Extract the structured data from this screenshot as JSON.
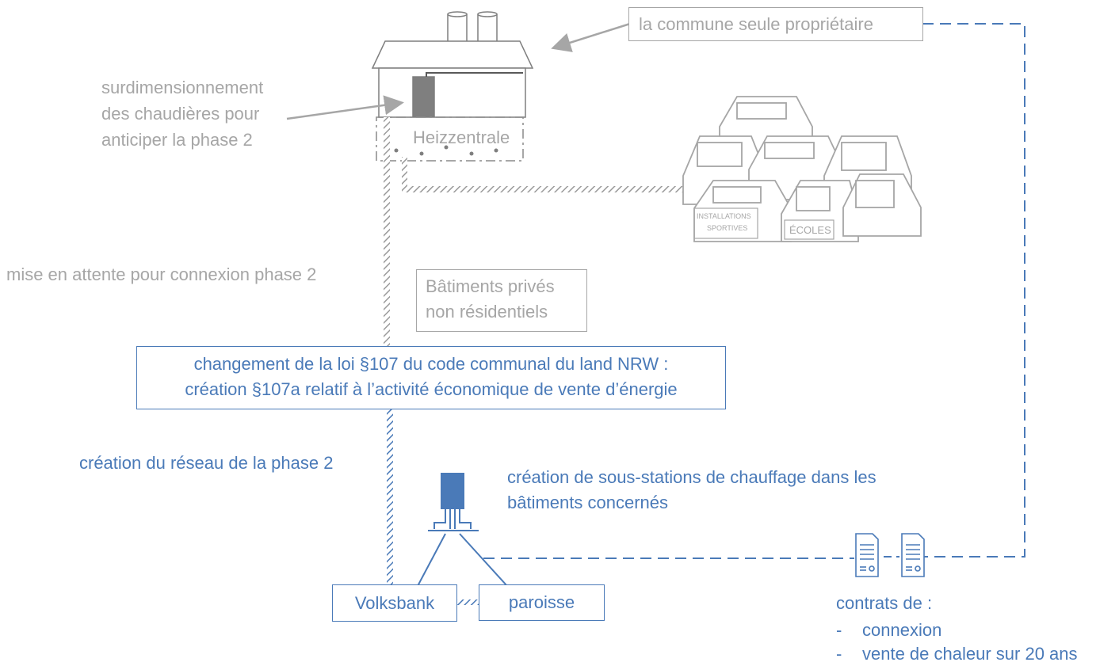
{
  "owner_label": "la commune seule propriétaire",
  "boiler_note": [
    "surdimensionnement",
    "des chaudières pour",
    "anticiper la phase 2"
  ],
  "plant_label": "Heizzentrale",
  "buildings": {
    "sports_label": [
      "INSTALLATIONS",
      "SPORTIVES"
    ],
    "schools_label": "ÉCOLES"
  },
  "waiting_label": "mise en attente pour connexion phase 2",
  "private_buildings": [
    "Bâtiments privés",
    "non résidentiels"
  ],
  "law_change": [
    "changement de la loi §107 du code communal du land NRW :",
    "création §107a relatif à l’activité économique de vente d’énergie"
  ],
  "network_phase2": "création du réseau de la phase 2",
  "substations": [
    "création de sous-stations de chauffage dans les",
    "bâtiments concernés"
  ],
  "volksbank": "Volksbank",
  "paroisse": "paroisse",
  "contracts": {
    "title": "contrats de :",
    "items": [
      "connexion",
      "vente de chaleur sur 20 ans"
    ],
    "bullet": "-"
  },
  "colors": {
    "grey": "#a6a6a6",
    "blue": "#4a7ab8"
  },
  "icons": [
    "document-icon",
    "document-icon"
  ]
}
